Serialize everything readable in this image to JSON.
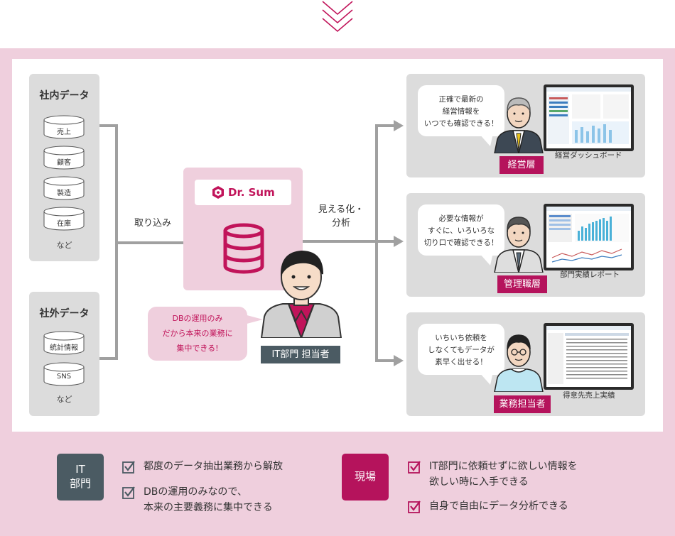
{
  "sources": {
    "internal": {
      "title": "社内データ",
      "items": [
        "売上",
        "顧客",
        "製造",
        "在庫"
      ],
      "note": "など"
    },
    "external": {
      "title": "社外データ",
      "items": [
        "統計情報",
        "SNS"
      ],
      "note": "など"
    }
  },
  "flow": {
    "ingest_label": "取り込み",
    "visualize_label_line1": "見える化・",
    "visualize_label_line2": "分析"
  },
  "center": {
    "logo_text": "Dr. Sum",
    "bubble_lines": [
      "DBの運用のみ",
      "だから本来の業務に",
      "集中できる!"
    ],
    "role_badge": "IT部門 担当者"
  },
  "targets": [
    {
      "bubble_lines": [
        "正確で最新の",
        "経営情報を",
        "いつでも確認できる！"
      ],
      "badge": "経営層",
      "caption": "経営ダッシュボード"
    },
    {
      "bubble_lines": [
        "必要な情報が",
        "すぐに、いろいろな",
        "切り口で確認できる！"
      ],
      "badge": "管理職層",
      "caption": "部門実績レポート"
    },
    {
      "bubble_lines": [
        "いちいち依頼を",
        "しなくてもデータが",
        "素早く出せる！"
      ],
      "badge": "業務担当者",
      "caption": "得意先売上実績"
    }
  ],
  "benefits": {
    "it": {
      "badge_line1": "IT",
      "badge_line2": "部門",
      "items": [
        [
          "都度のデータ抽出業務から解放"
        ],
        [
          "DBの運用のみなので、",
          "本来の主要義務に集中できる"
        ]
      ]
    },
    "field": {
      "badge": "現場",
      "items": [
        [
          "IT部門に依頼せずに欲しい情報を",
          "欲しい時に入手できる"
        ],
        [
          "自身で自由にデータ分析できる"
        ]
      ]
    }
  },
  "colors": {
    "brand": "#c1145a",
    "pink_bg": "#efcfdd",
    "panel_gray": "#dcdcdc",
    "it_badge": "#4b5b63"
  }
}
